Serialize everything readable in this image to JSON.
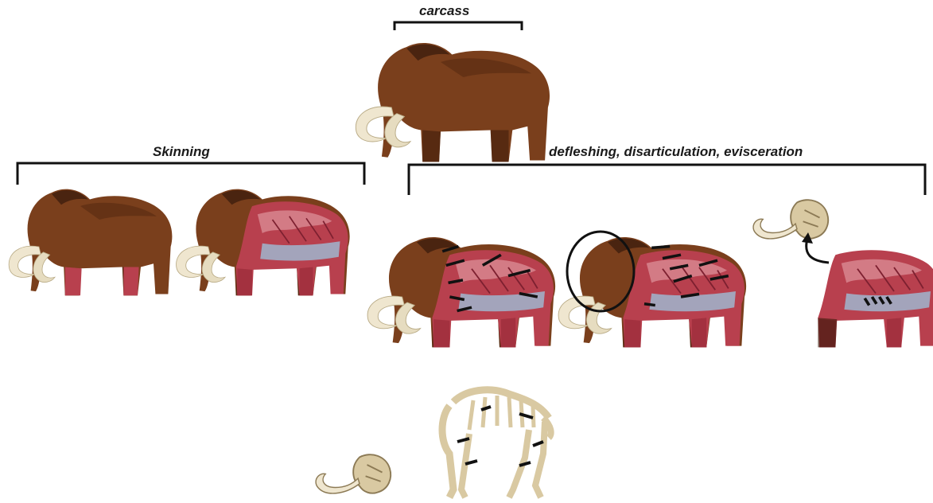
{
  "labels": {
    "carcass": "carcass",
    "skinning": "Skinning",
    "defleshing": "defleshing, disarticulation, evisceration"
  },
  "colors": {
    "fur": "#7a3f1c",
    "fur_dark": "#4a2410",
    "muscle": "#b8404e",
    "muscle_light": "#d98a93",
    "fascia": "#9fb6cf",
    "ivory": "#efe6cf",
    "bone": "#d9c9a2",
    "bone_dark": "#8c7a55",
    "line": "#111111"
  },
  "icons": [
    "mammoth-carcass",
    "mammoth-partly-skinned",
    "mammoth-skinned",
    "mammoth-cutmarks",
    "mammoth-head-removed",
    "mammoth-tusk-skull",
    "mammoth-skeleton"
  ]
}
